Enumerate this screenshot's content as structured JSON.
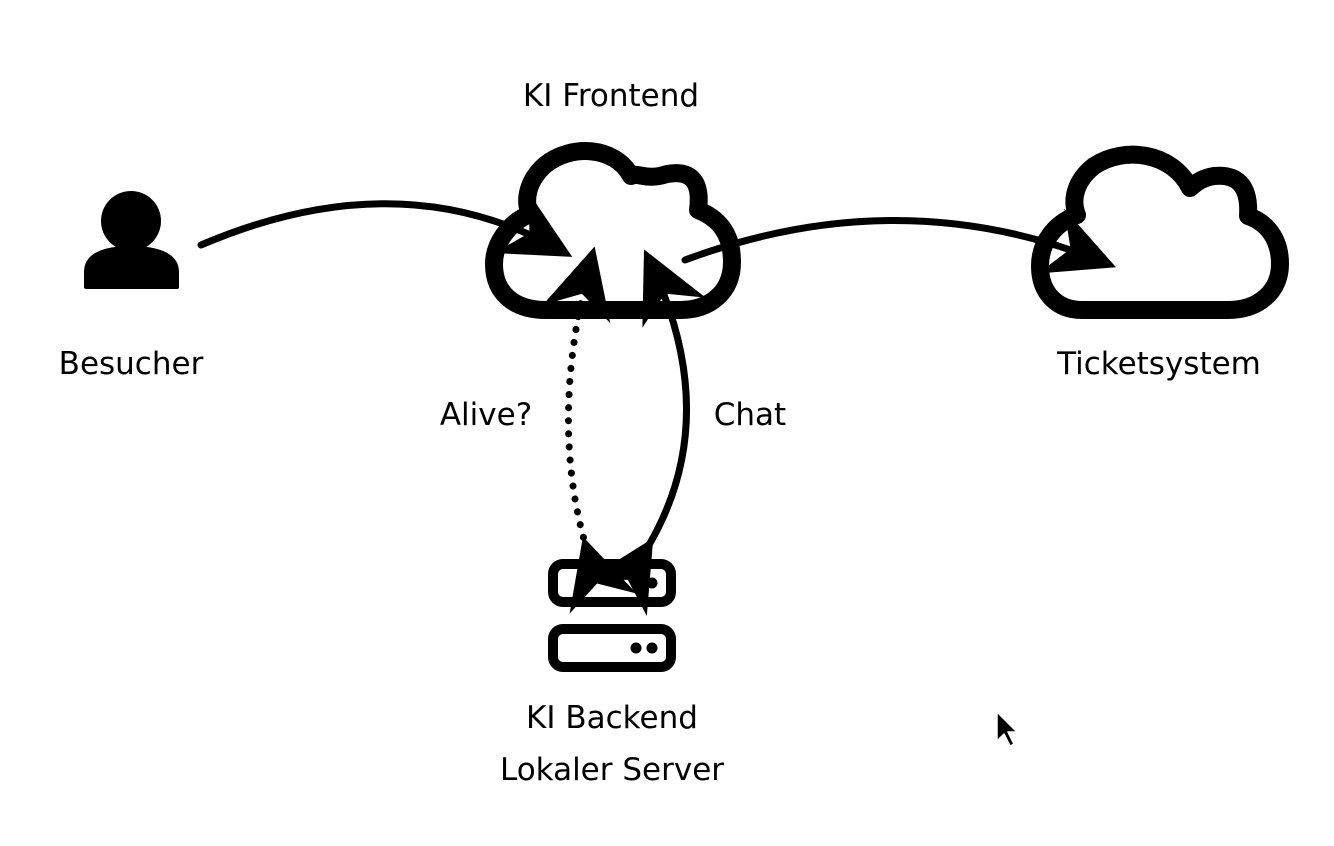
{
  "diagram": {
    "nodes": {
      "visitor": {
        "label": "Besucher",
        "icon": "person-icon"
      },
      "frontend": {
        "label": "KI Frontend",
        "icon": "cloud-icon"
      },
      "ticketsystem": {
        "label": "Ticketsystem",
        "icon": "cloud-icon"
      },
      "backend": {
        "label_line1": "KI Backend",
        "label_line2": "Lokaler Server",
        "icon": "server-icon"
      }
    },
    "edges": {
      "alive": {
        "label": "Alive?",
        "style": "dotted",
        "direction": "bidirectional"
      },
      "chat": {
        "label": "Chat",
        "style": "solid",
        "direction": "bidirectional"
      },
      "visitor_to_frontend": {
        "style": "solid",
        "direction": "forward"
      },
      "frontend_to_ticketsystem": {
        "style": "solid",
        "direction": "forward"
      }
    }
  },
  "colors": {
    "ink": "#000000",
    "background": "#ffffff"
  }
}
